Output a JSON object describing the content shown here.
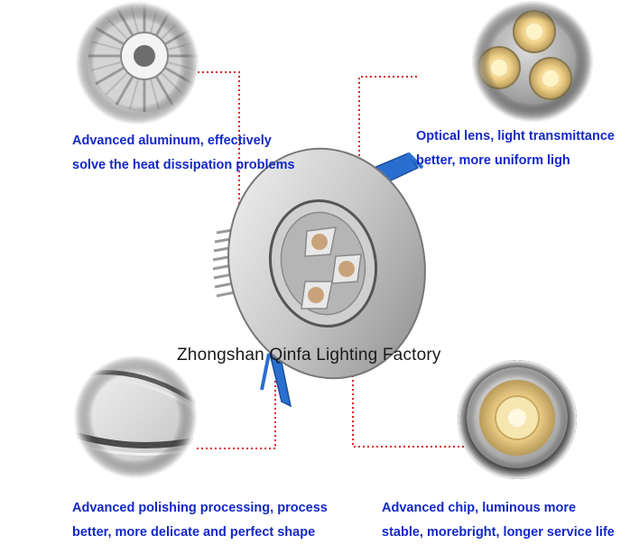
{
  "watermark": "Zhongshan Qinfa Lighting Factory",
  "features": {
    "heatsink": {
      "line1": "Advanced aluminum, effectively",
      "line2": "solve the heat dissipation problems"
    },
    "lens": {
      "line1": "Optical lens, light transmittance",
      "line2": "better, more uniform ligh"
    },
    "polishing": {
      "line1": "Advanced polishing processing, process",
      "line2": "better, more delicate and perfect shape"
    },
    "chip": {
      "line1": "Advanced chip, luminous more",
      "line2": "stable, morebright, longer service life"
    }
  },
  "icons": {
    "heatsink": "heatsink-photo-icon",
    "lens": "lens-photo-icon",
    "polishing": "polished-edge-photo-icon",
    "chip": "led-chip-photo-icon",
    "product": "downlight-product-icon"
  },
  "colors": {
    "caption": "#1428c8",
    "leader_line": "#e02020",
    "spring": "#2a6fd0"
  }
}
